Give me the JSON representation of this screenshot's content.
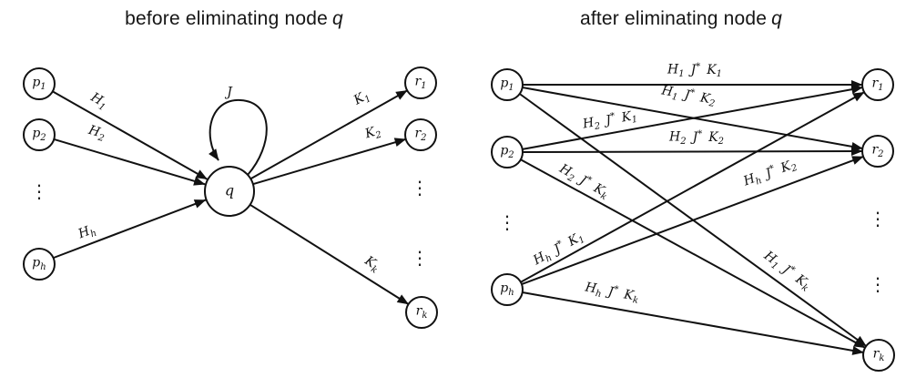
{
  "figure": {
    "description_left": "signal-flow graph before node elimination",
    "description_right": "equivalent graph after node elimination"
  },
  "left_panel": {
    "title": {
      "prefix": "before eliminating node",
      "var": "q"
    },
    "nodes": {
      "p1": {
        "base": "p",
        "sub": "1"
      },
      "p2": {
        "base": "p",
        "sub": "2"
      },
      "ph": {
        "base": "p",
        "sub": "h"
      },
      "q": {
        "base": "q",
        "sub": ""
      },
      "r1": {
        "base": "r",
        "sub": "1"
      },
      "r2": {
        "base": "r",
        "sub": "2"
      },
      "rk": {
        "base": "r",
        "sub": "k"
      }
    },
    "edge_labels": {
      "p1_q": {
        "base": "H",
        "sub": "1"
      },
      "p2_q": {
        "base": "H",
        "sub": "2"
      },
      "ph_q": {
        "base": "H",
        "sub": "h"
      },
      "q_loop": {
        "base": "J",
        "sub": ""
      },
      "q_r1": {
        "base": "K",
        "sub": "1"
      },
      "q_r2": {
        "base": "K",
        "sub": "2"
      },
      "q_rk": {
        "base": "K",
        "sub": "k"
      }
    },
    "edges": [
      {
        "from": "p1",
        "to": "q",
        "label": "H1"
      },
      {
        "from": "p2",
        "to": "q",
        "label": "H2"
      },
      {
        "from": "ph",
        "to": "q",
        "label": "Hh"
      },
      {
        "from": "q",
        "to": "q",
        "label": "J"
      },
      {
        "from": "q",
        "to": "r1",
        "label": "K1"
      },
      {
        "from": "q",
        "to": "r2",
        "label": "K2"
      },
      {
        "from": "q",
        "to": "rk",
        "label": "Kk"
      }
    ],
    "ellipsis": "⋮"
  },
  "right_panel": {
    "title": {
      "prefix": "after eliminating node",
      "var": "q"
    },
    "nodes": {
      "p1": {
        "base": "p",
        "sub": "1"
      },
      "p2": {
        "base": "p",
        "sub": "2"
      },
      "ph": {
        "base": "p",
        "sub": "h"
      },
      "r1": {
        "base": "r",
        "sub": "1"
      },
      "r2": {
        "base": "r",
        "sub": "2"
      },
      "rk": {
        "base": "r",
        "sub": "k"
      }
    },
    "edge_labels": {
      "p1_r1": {
        "h": "H",
        "hs": "1",
        "j": "J",
        "js": "*",
        "k": "K",
        "ks": "1"
      },
      "p1_r2": {
        "h": "H",
        "hs": "1",
        "j": "J",
        "js": "*",
        "k": "K",
        "ks": "2"
      },
      "p1_rk": {
        "h": "H",
        "hs": "1",
        "j": "J",
        "js": "*",
        "k": "K",
        "ks": "k"
      },
      "p2_r1": {
        "h": "H",
        "hs": "2",
        "j": "J",
        "js": "*",
        "k": "K",
        "ks": "1"
      },
      "p2_r2": {
        "h": "H",
        "hs": "2",
        "j": "J",
        "js": "*",
        "k": "K",
        "ks": "2"
      },
      "p2_rk": {
        "h": "H",
        "hs": "2",
        "j": "J",
        "js": "*",
        "k": "K",
        "ks": "k"
      },
      "ph_r1": {
        "h": "H",
        "hs": "h",
        "j": "J",
        "js": "*",
        "k": "K",
        "ks": "1"
      },
      "ph_r2": {
        "h": "H",
        "hs": "h",
        "j": "J",
        "js": "*",
        "k": "K",
        "ks": "2"
      },
      "ph_rk": {
        "h": "H",
        "hs": "h",
        "j": "J",
        "js": "*",
        "k": "K",
        "ks": "k"
      }
    },
    "edges": [
      {
        "from": "p1",
        "to": "r1",
        "label": "H1 J* K1"
      },
      {
        "from": "p1",
        "to": "r2",
        "label": "H1 J* K2"
      },
      {
        "from": "p1",
        "to": "rk",
        "label": "H1 J* Kk"
      },
      {
        "from": "p2",
        "to": "r1",
        "label": "H2 J* K1"
      },
      {
        "from": "p2",
        "to": "r2",
        "label": "H2 J* K2"
      },
      {
        "from": "p2",
        "to": "rk",
        "label": "H2 J* Kk"
      },
      {
        "from": "ph",
        "to": "r1",
        "label": "Hh J* K1"
      },
      {
        "from": "ph",
        "to": "r2",
        "label": "Hh J* K2"
      },
      {
        "from": "ph",
        "to": "rk",
        "label": "Hh J* Kk"
      }
    ],
    "ellipsis": "⋮"
  }
}
